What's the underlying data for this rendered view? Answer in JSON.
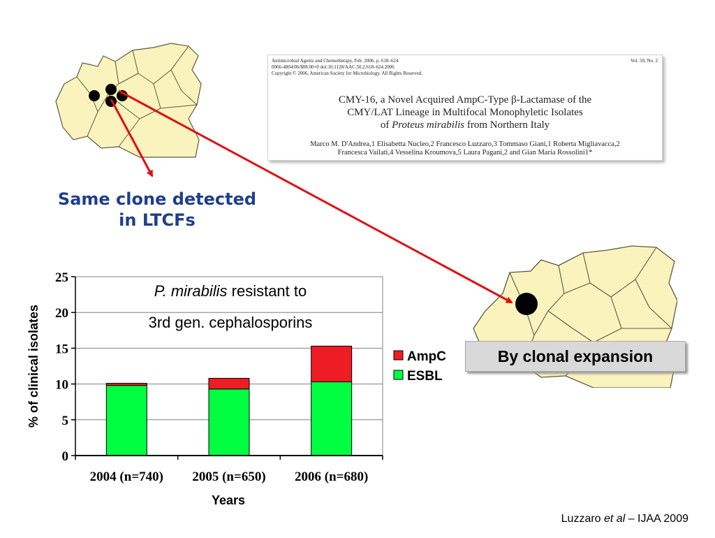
{
  "paper": {
    "journal_line": "Antimicrobial Agents and Chemotherapy, Feb. 2006, p. 618–624",
    "volume": "Vol. 50, No. 2",
    "doi_line": "0066-4804/06/$08.00+0   doi:10.1128/AAC.50.2.618–624.2006",
    "copyright_line": "Copyright © 2006, American Society for Microbiology. All Rights Reserved.",
    "title_line1": "CMY-16, a Novel Acquired AmpC-Type β-Lactamase of the",
    "title_line2": "CMY/LAT Lineage in Multifocal Monophyletic Isolates",
    "title_line3_pre": "of ",
    "title_line3_italic": "Proteus mirabilis",
    "title_line3_post": " from Northern Italy",
    "authors_line1": "Marco M. D'Andrea,1 Elisabetta Nucleo,2 Francesco Luzzaro,3 Tommaso Giani,1 Roberta Migliavacca,2",
    "authors_line2": "Francesca Vailati,4 Vesselina Kroumova,5 Laura Pagani,2 and Gian Maria Rossolini1*"
  },
  "captions": {
    "clone_line1": "Same clone detected",
    "clone_line2": "in LTCFs",
    "clonal_expansion": "By clonal expansion"
  },
  "citation": {
    "pre": "Luzzaro ",
    "italic": "et al",
    "post": " – IJAA 2009"
  },
  "colors": {
    "map_fill": "#faf3bd",
    "map_stroke": "#5a5a40",
    "arrow": "#e01010",
    "caption_blue": "#1f3e8c",
    "ampc": "#ee1c25",
    "esbl": "#00ff40"
  },
  "chart_data": {
    "type": "bar",
    "stacked": true,
    "title_italic": "P. mirabilis",
    "title_rest": " resistant to",
    "title_line2": "3rd gen. cephalosporins",
    "categories": [
      "2004 (n=740)",
      "2005 (n=650)",
      "2006 (n=680)"
    ],
    "series": [
      {
        "name": "ESBL",
        "values": [
          9.8,
          9.3,
          10.3
        ],
        "color": "#00ff40"
      },
      {
        "name": "AmpC",
        "values": [
          0.3,
          1.5,
          5.0
        ],
        "color": "#ee1c25"
      }
    ],
    "xlabel": "Years",
    "ylabel": "% of clinical isolates",
    "ylim": [
      0,
      25
    ],
    "yticks": [
      0,
      5,
      10,
      15,
      20,
      25
    ],
    "grid": true,
    "legend_position": "right"
  }
}
